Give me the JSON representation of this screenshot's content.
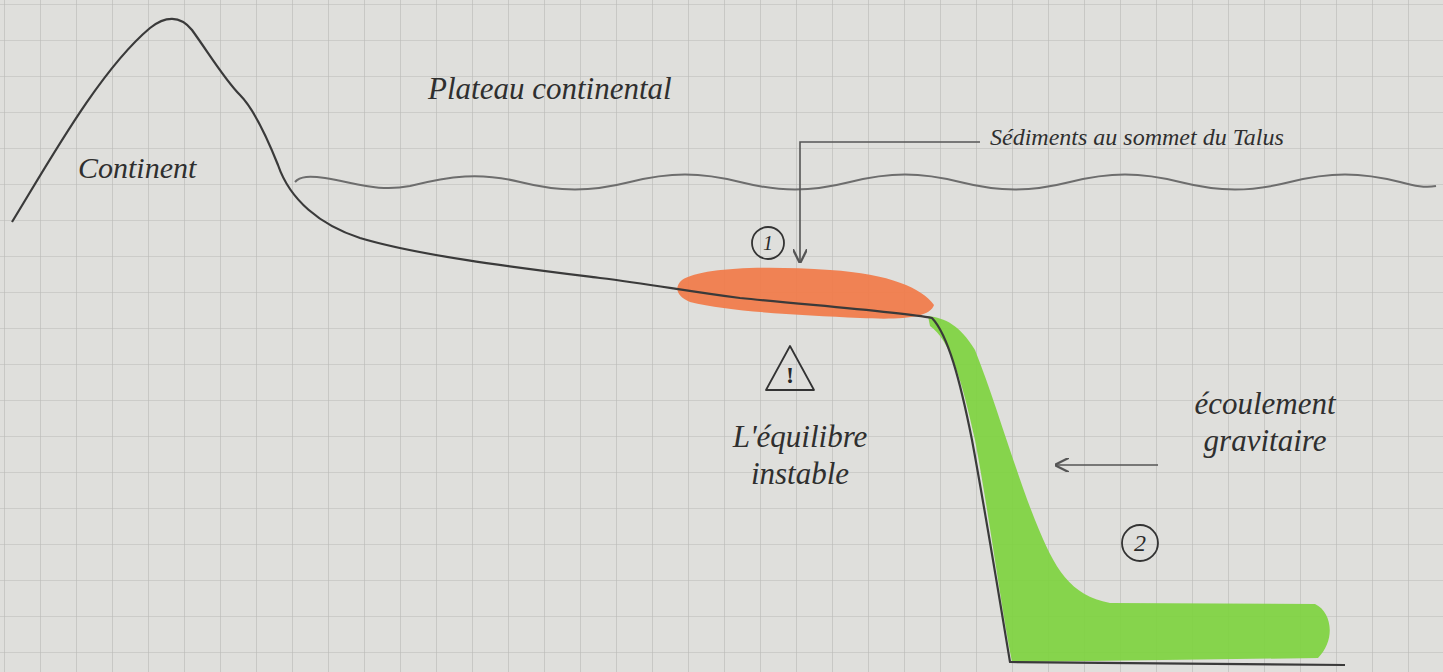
{
  "diagram": {
    "nodes": [
      {
        "text": [
          "1"
        ]
      },
      {
        "text": [
          "!"
        ]
      },
      {
        "text": [
          "2"
        ]
      }
    ],
    "labels": [
      "Continent",
      "Plateau continental",
      "Sédiments au sommet du Talus",
      "L'équilibre instable",
      "écoulement gravitaire"
    ]
  }
}
